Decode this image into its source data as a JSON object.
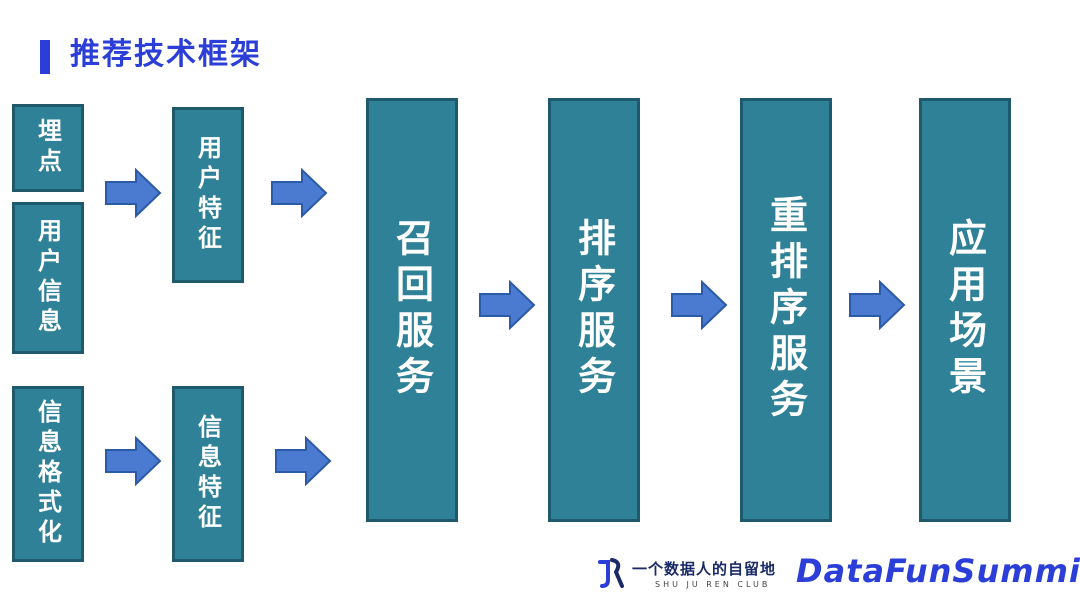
{
  "title": "推荐技术框架",
  "inputs": {
    "tracking": "埋点",
    "user_info": "用户信息",
    "info_format": "信息格式化"
  },
  "features": {
    "user_features": "用户特征",
    "info_features": "信息特征"
  },
  "services": {
    "recall": "召回服务",
    "ranking": "排序服务",
    "reranking": "重排序服务",
    "application": "应用场景"
  },
  "footer": {
    "club_cn": "一个数据人的自留地",
    "club_en": "SHU JU REN CLUB",
    "brand": "DataFunSummit"
  },
  "colors": {
    "box_fill": "#2e8196",
    "box_border": "#1e5a6c",
    "arrow_fill": "#4a7bd0",
    "title": "#2b3fd8"
  }
}
